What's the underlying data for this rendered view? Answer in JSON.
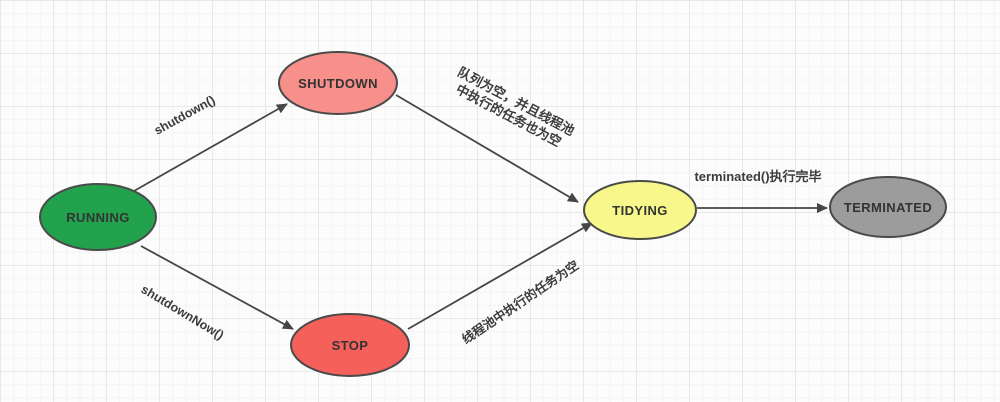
{
  "diagram": {
    "type": "state-diagram",
    "subject": "thread-pool lifecycle",
    "stroke_color": "#4a4a4a",
    "arrow_color": "#464646",
    "states": [
      {
        "id": "running",
        "label": "RUNNING",
        "color": "#23a24d"
      },
      {
        "id": "shutdown",
        "label": "SHUTDOWN",
        "color": "#f78f8a"
      },
      {
        "id": "stop",
        "label": "STOP",
        "color": "#f6605b"
      },
      {
        "id": "tidying",
        "label": "TIDYING",
        "color": "#f7f78c"
      },
      {
        "id": "terminated",
        "label": "TERMINATED",
        "color": "#9c9c9c"
      }
    ],
    "transitions": [
      {
        "from": "RUNNING",
        "to": "SHUTDOWN",
        "label": "shutdown()"
      },
      {
        "from": "RUNNING",
        "to": "STOP",
        "label": "shutdownNow()"
      },
      {
        "from": "SHUTDOWN",
        "to": "TIDYING",
        "label": "队列为空，并且线程池中执行的任务也为空",
        "lines": [
          "队列为空，并且线程池",
          "中执行的任务也为空"
        ]
      },
      {
        "from": "STOP",
        "to": "TIDYING",
        "label": "线程池中执行的任务为空"
      },
      {
        "from": "TIDYING",
        "to": "TERMINATED",
        "label": "terminated()执行完毕"
      }
    ]
  }
}
